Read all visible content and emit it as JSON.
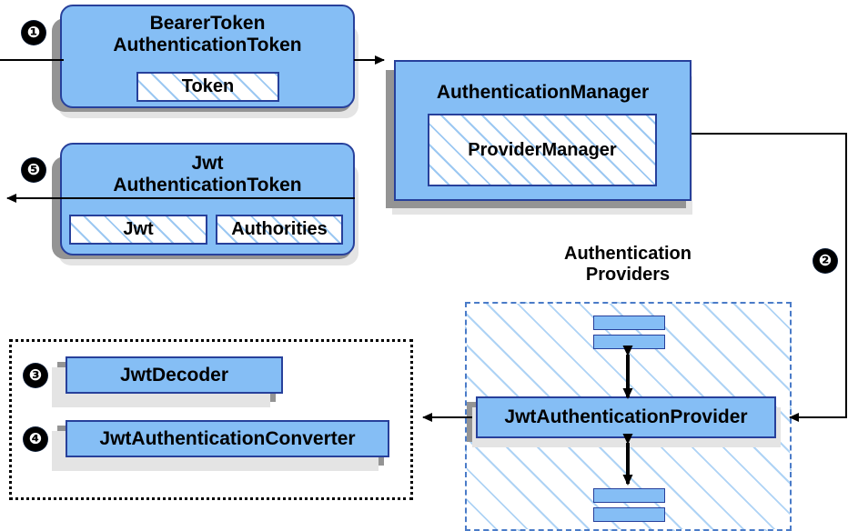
{
  "diagram": {
    "title_hidden": "Spring Security JWT Bearer Token Authentication Flow",
    "steps": {
      "one": "❶",
      "two": "❷",
      "three": "❸",
      "four": "❹",
      "five": "❺"
    },
    "colors": {
      "node_fill": "#85BEF5",
      "node_border": "#27409B",
      "hatch_line": "#9CC8F2",
      "providers_border": "#4A7BC8",
      "shadow": "#949494",
      "shadow_light": "#e4e4e4",
      "badge_bg": "#000000",
      "badge_text": "#ffffff",
      "arrow": "#000000"
    },
    "nodes": {
      "bearer_token": {
        "line1": "BearerToken",
        "line2": "AuthenticationToken",
        "inner": "Token"
      },
      "auth_manager": {
        "title": "AuthenticationManager",
        "inner": "ProviderManager"
      },
      "jwt_token": {
        "line1": "Jwt",
        "line2": "AuthenticationToken",
        "inner_left": "Jwt",
        "inner_right": "Authorities"
      },
      "providers_group": {
        "label_line1": "Authentication",
        "label_line2": "Providers",
        "provider": "JwtAuthenticationProvider"
      },
      "helpers": {
        "decoder": "JwtDecoder",
        "converter": "JwtAuthenticationConverter"
      }
    }
  }
}
